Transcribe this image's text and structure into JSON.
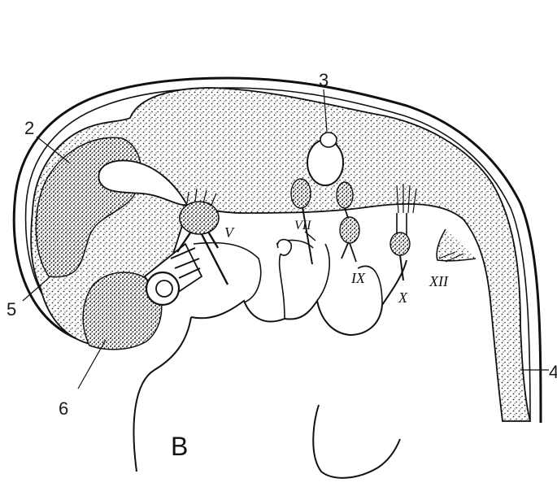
{
  "figure": {
    "panel_letter": "B",
    "numeric_labels": {
      "l2": "2",
      "l3": "3",
      "l4": "4",
      "l5": "5",
      "l6": "6"
    },
    "nerve_labels": {
      "v": "V",
      "vii": "VII",
      "ix": "IX",
      "x": "X",
      "xii": "XII"
    },
    "colors": {
      "ink": "#111111",
      "stipple": "#2b2b2b",
      "background": "#ffffff"
    }
  }
}
